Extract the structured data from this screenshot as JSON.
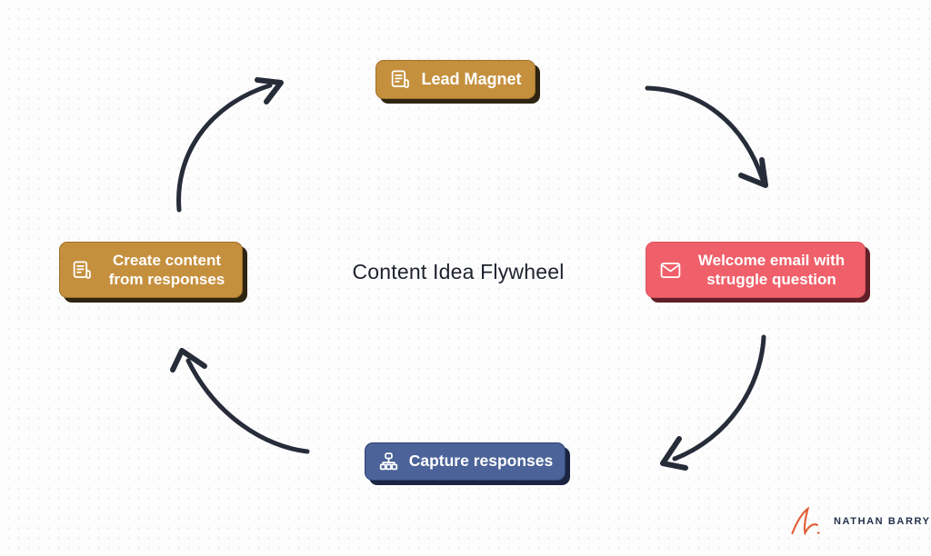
{
  "title": "Content Idea Flywheel",
  "title_color": "#1e222d",
  "canvas": {
    "background": "#fdfdfe",
    "dot_color": "#e8e8ea"
  },
  "nodes": [
    {
      "id": "lead-magnet",
      "label": "Lead Magnet",
      "icon": "document-lines-icon",
      "fill": "#c5903e",
      "border": "#a0712a",
      "shadow": "#2d2411",
      "text_color": "#ffffff"
    },
    {
      "id": "welcome-email",
      "label": "Welcome email with struggle question",
      "icon": "envelope-icon",
      "fill": "#f0606a",
      "border": "#d85560",
      "shadow": "#621f27",
      "text_color": "#ffffff"
    },
    {
      "id": "capture-responses",
      "label": "Capture responses",
      "icon": "org-chart-icon",
      "fill": "#4b6398",
      "border": "#2f4373",
      "shadow": "#1b2440",
      "text_color": "#ffffff"
    },
    {
      "id": "create-content",
      "label": "Create content from responses",
      "icon": "document-lines-icon",
      "fill": "#c5903e",
      "border": "#a0712a",
      "shadow": "#2d2411",
      "text_color": "#ffffff"
    }
  ],
  "flow": {
    "arrow_color": "#272c39",
    "edges": [
      {
        "from": "create-content",
        "to": "lead-magnet"
      },
      {
        "from": "lead-magnet",
        "to": "welcome-email"
      },
      {
        "from": "welcome-email",
        "to": "capture-responses"
      },
      {
        "from": "capture-responses",
        "to": "create-content"
      }
    ]
  },
  "branding": {
    "name": "NATHAN BARRY",
    "mark": "script-n-monogram",
    "mark_color": "#e0613a",
    "name_color": "#24324a"
  }
}
